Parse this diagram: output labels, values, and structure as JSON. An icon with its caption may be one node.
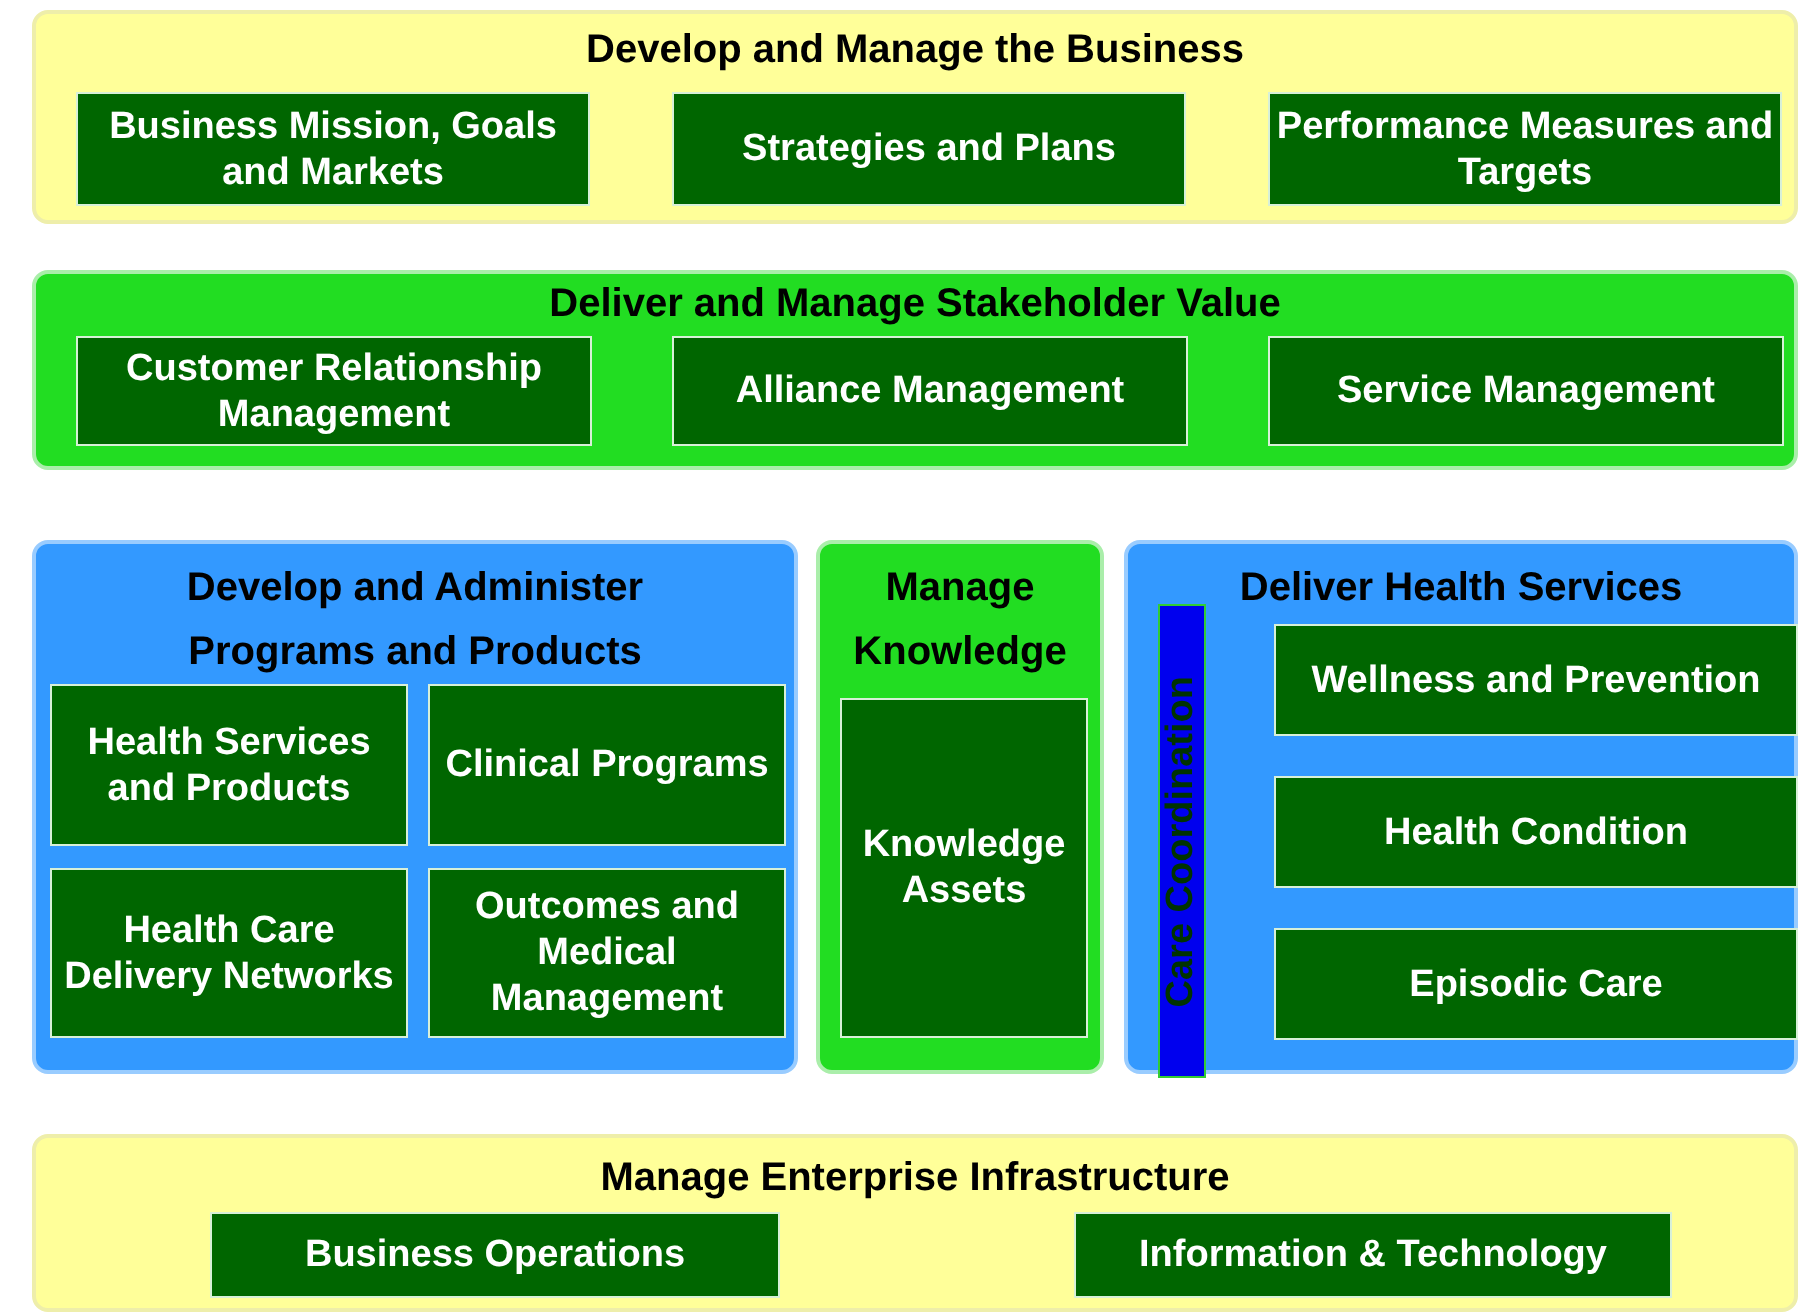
{
  "diagram": {
    "nodes": [
      {
        "text": [
          "Develop and Manage the Business"
        ]
      },
      {
        "text": [
          "Business Mission, Goals and Markets"
        ],
        "in": 0
      },
      {
        "text": [
          "Strategies and Plans"
        ],
        "in": 0
      },
      {
        "text": [
          "Performance Measures and Targets"
        ],
        "in": 0
      },
      {
        "text": [
          "Deliver and Manage Stakeholder Value"
        ]
      },
      {
        "text": [
          "Customer Relationship Management"
        ],
        "in": 4
      },
      {
        "text": [
          "Alliance Management"
        ],
        "in": 4
      },
      {
        "text": [
          "Service Management"
        ],
        "in": 4
      },
      {
        "text": [
          "Develop and Administer Programs and Products"
        ]
      },
      {
        "text": [
          "Health Services and Products"
        ],
        "in": 8
      },
      {
        "text": [
          "Clinical Programs"
        ],
        "in": 8
      },
      {
        "text": [
          "Health Care Delivery Networks"
        ],
        "in": 8
      },
      {
        "text": [
          "Outcomes and Medical Management"
        ],
        "in": 8
      },
      {
        "text": [
          "Manage Knowledge"
        ]
      },
      {
        "text": [
          "Knowledge Assets"
        ],
        "in": 13
      },
      {
        "text": [
          "Deliver Health Services"
        ]
      },
      {
        "text": [
          "Care Coordination"
        ],
        "in": 15
      },
      {
        "text": [
          "Wellness and Prevention"
        ],
        "in": 15
      },
      {
        "text": [
          "Health Condition"
        ],
        "in": 15
      },
      {
        "text": [
          "Episodic Care"
        ],
        "in": 15
      },
      {
        "text": [
          "Manage Enterprise Infrastructure"
        ]
      },
      {
        "text": [
          "Business Operations"
        ],
        "in": 20
      },
      {
        "text": [
          "Information & Technology"
        ],
        "in": 20
      }
    ]
  }
}
